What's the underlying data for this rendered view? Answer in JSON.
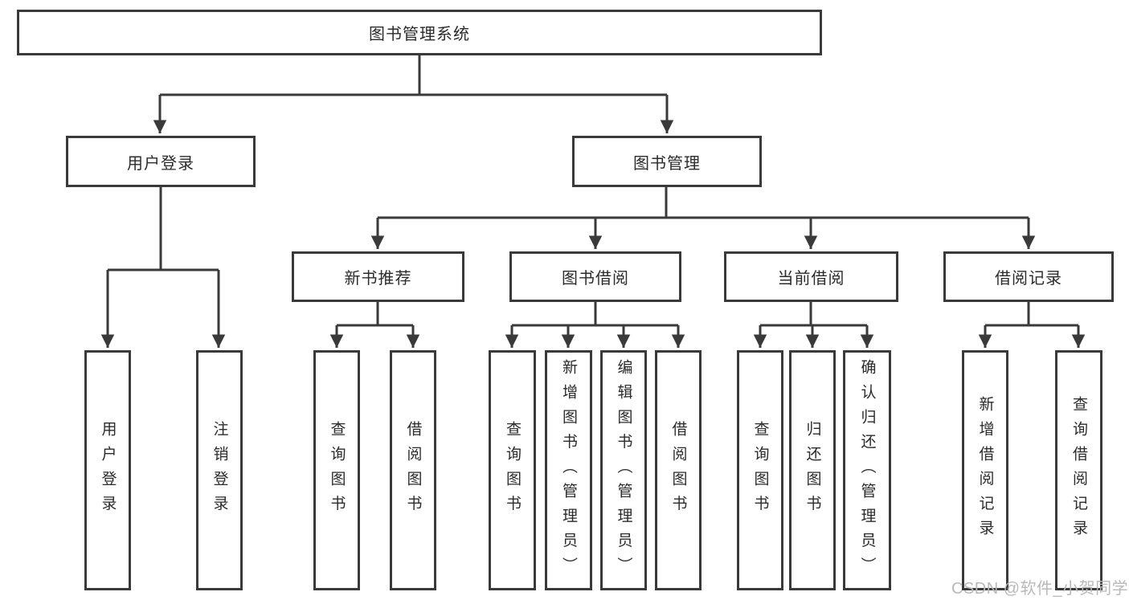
{
  "tree": {
    "root": "图书管理系统",
    "children": [
      {
        "label": "用户登录",
        "children": [
          "用户登录",
          "注销登录"
        ]
      },
      {
        "label": "图书管理",
        "children": [
          {
            "label": "新书推荐",
            "children": [
              "查询图书",
              "借阅图书"
            ]
          },
          {
            "label": "图书借阅",
            "children": [
              "查询图书",
              "新增图书（管理员）",
              "编辑图书（管理员）",
              "借阅图书"
            ]
          },
          {
            "label": "当前借阅",
            "children": [
              "查询图书",
              "归还图书",
              "确认归还（管理员）"
            ]
          },
          {
            "label": "借阅记录",
            "children": [
              "新增借阅记录",
              "查询借阅记录"
            ]
          }
        ]
      }
    ]
  },
  "watermark": "CSDN @软件_小贺同学",
  "colors": {
    "line": "#3a3a3a",
    "text": "#2b2b2b",
    "watermark": "#b9b9b9",
    "background": "#ffffff"
  }
}
